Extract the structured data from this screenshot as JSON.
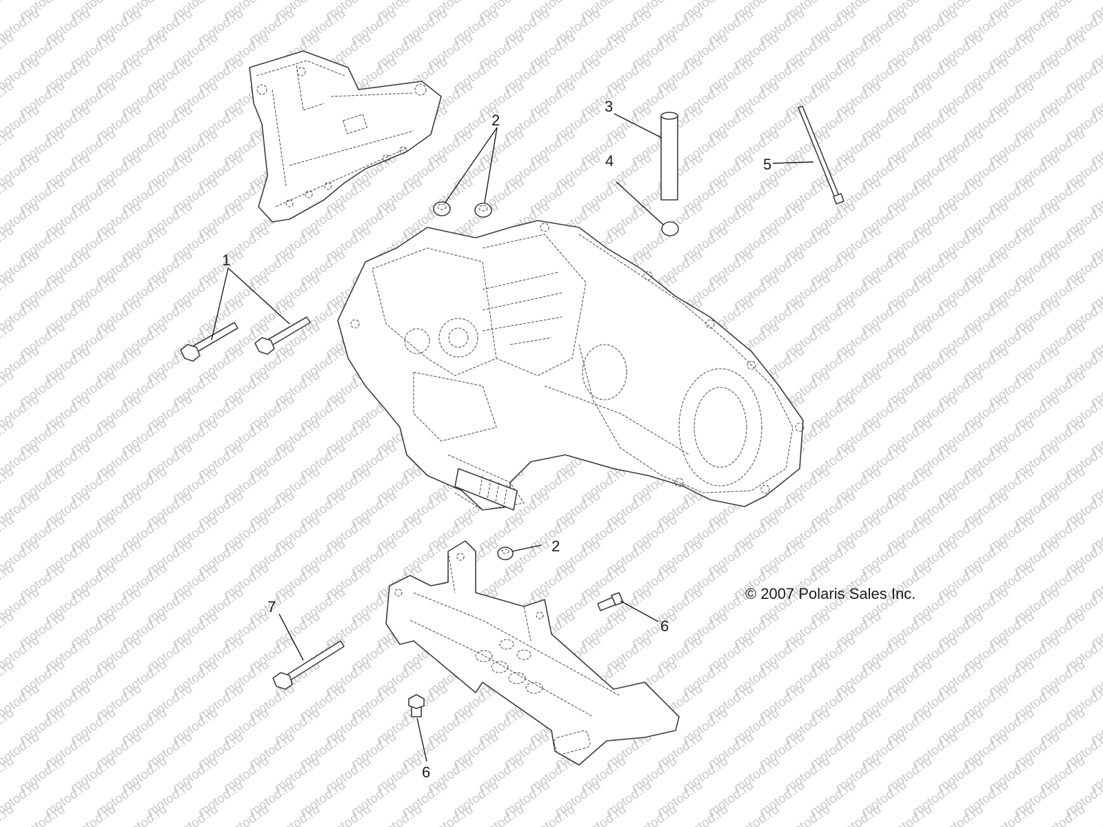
{
  "watermark": {
    "text": "motod.ru",
    "color": "#c9c9c9"
  },
  "copyright": "© 2007 Polaris Sales Inc.",
  "callouts": [
    {
      "id": "1",
      "label": "1"
    },
    {
      "id": "2a",
      "label": "2"
    },
    {
      "id": "2b",
      "label": "2"
    },
    {
      "id": "3",
      "label": "3"
    },
    {
      "id": "4",
      "label": "4"
    },
    {
      "id": "5",
      "label": "5"
    },
    {
      "id": "6a",
      "label": "6"
    },
    {
      "id": "6b",
      "label": "6"
    },
    {
      "id": "7",
      "label": "7"
    }
  ]
}
